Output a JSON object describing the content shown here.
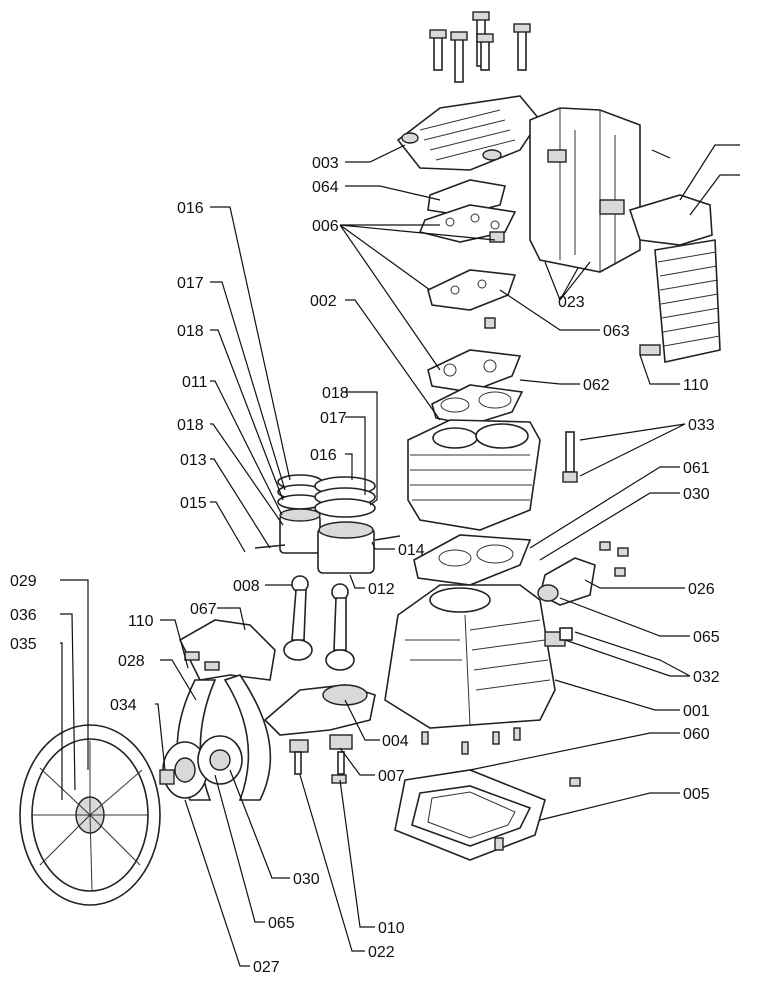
{
  "callouts": {
    "c003": "003",
    "c064": "064",
    "c006": "006",
    "c016a": "016",
    "c017a": "017",
    "c018a": "018",
    "c011": "011",
    "c018b": "018",
    "c013": "013",
    "c015": "015",
    "c002": "002",
    "c018c": "018",
    "c017b": "017",
    "c016b": "016",
    "c014": "014",
    "c012": "012",
    "c008": "008",
    "c023": "023",
    "c063": "063",
    "c062": "062",
    "c110a": "110",
    "c033": "033",
    "c061": "061",
    "c030a": "030",
    "c026": "026",
    "c065a": "065",
    "c032": "032",
    "c001": "001",
    "c060": "060",
    "c005": "005",
    "c029": "029",
    "c036": "036",
    "c035": "035",
    "c110b": "110",
    "c028": "028",
    "c067": "067",
    "c034": "034",
    "c004": "004",
    "c007": "007",
    "c030b": "030",
    "c065b": "065",
    "c010": "010",
    "c022": "022",
    "c027": "027"
  }
}
